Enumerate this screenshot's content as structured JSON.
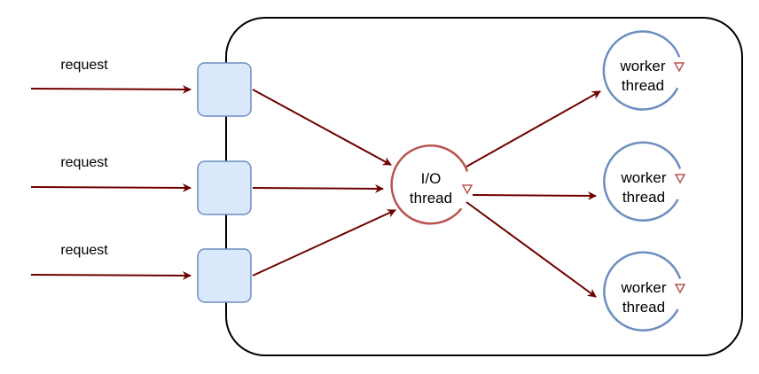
{
  "requests": [
    {
      "label": "request"
    },
    {
      "label": "request"
    },
    {
      "label": "request"
    }
  ],
  "io_thread": {
    "line1": "I/O",
    "line2": "thread"
  },
  "workers": [
    {
      "line1": "worker",
      "line2": "thread"
    },
    {
      "line1": "worker",
      "line2": "thread"
    },
    {
      "line1": "worker",
      "line2": "thread"
    }
  ],
  "colors": {
    "arrow": "#6f0000",
    "queue_fill": "#dae8fc",
    "queue_stroke": "#6c8ebf",
    "io_stroke": "#b85450",
    "worker_stroke": "#6c8ebf",
    "container_stroke": "#000000"
  }
}
